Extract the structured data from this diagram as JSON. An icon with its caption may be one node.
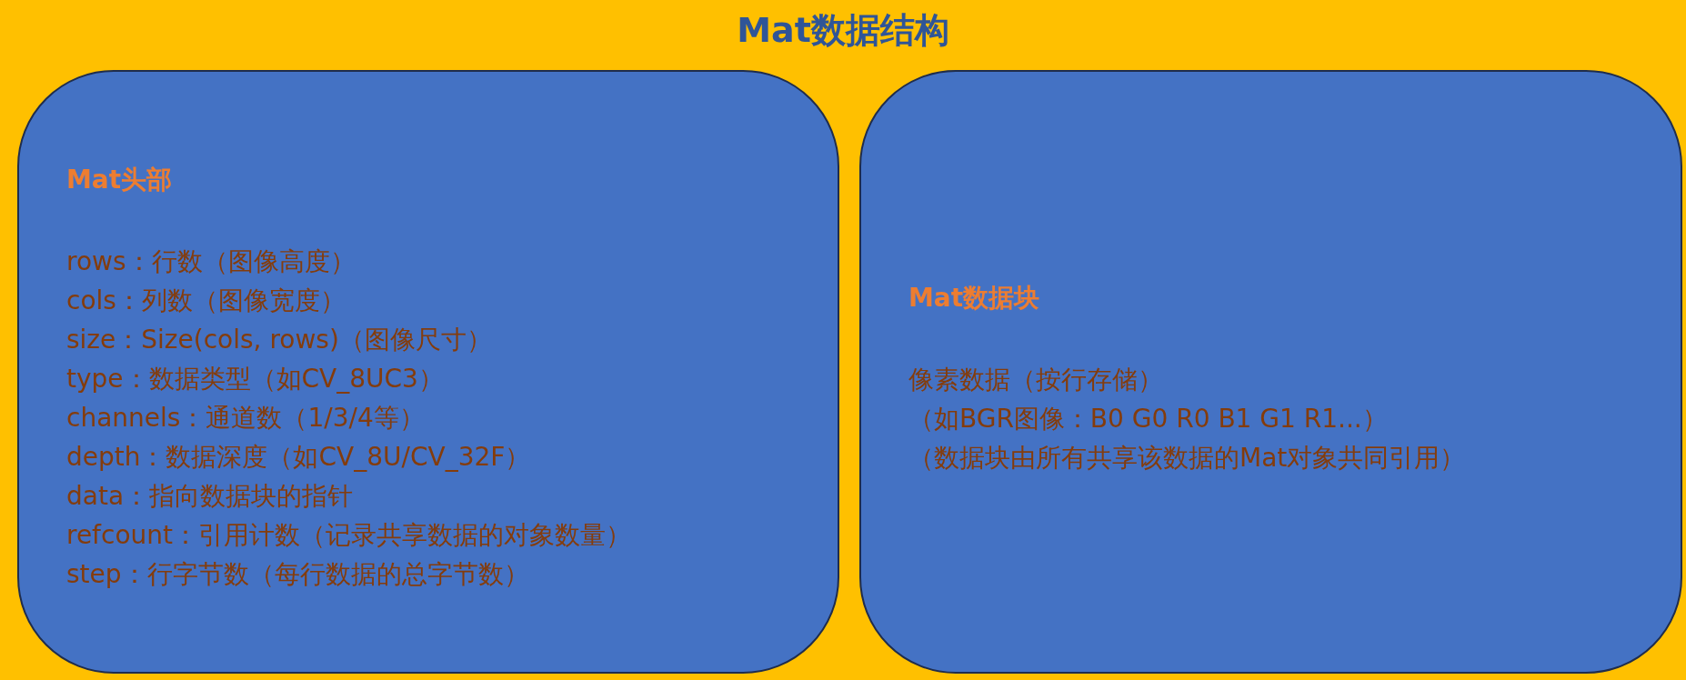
{
  "diagram": {
    "title": "Mat数据结构",
    "nodes": [
      {
        "text": [
          "Mat头部",
          "rows：行数（图像高度）",
          "cols：列数（图像宽度）",
          "size：Size(cols, rows)（图像尺寸）",
          "type：数据类型（如CV_8UC3）",
          "channels：通道数（1/3/4等）",
          "depth：数据深度（如CV_8U/CV_32F）",
          "data：指向数据块的指针",
          "refcount：引用计数（记录共享数据的对象数量）",
          "step：行字节数（每行数据的总字节数）"
        ]
      },
      {
        "text": [
          "Mat数据块",
          "像素数据（按行存储）",
          "（如BGR图像：B0 G0 R0 B1 G1 R1...）",
          "（数据块由所有共享该数据的Mat对象共同引用）"
        ]
      }
    ]
  }
}
